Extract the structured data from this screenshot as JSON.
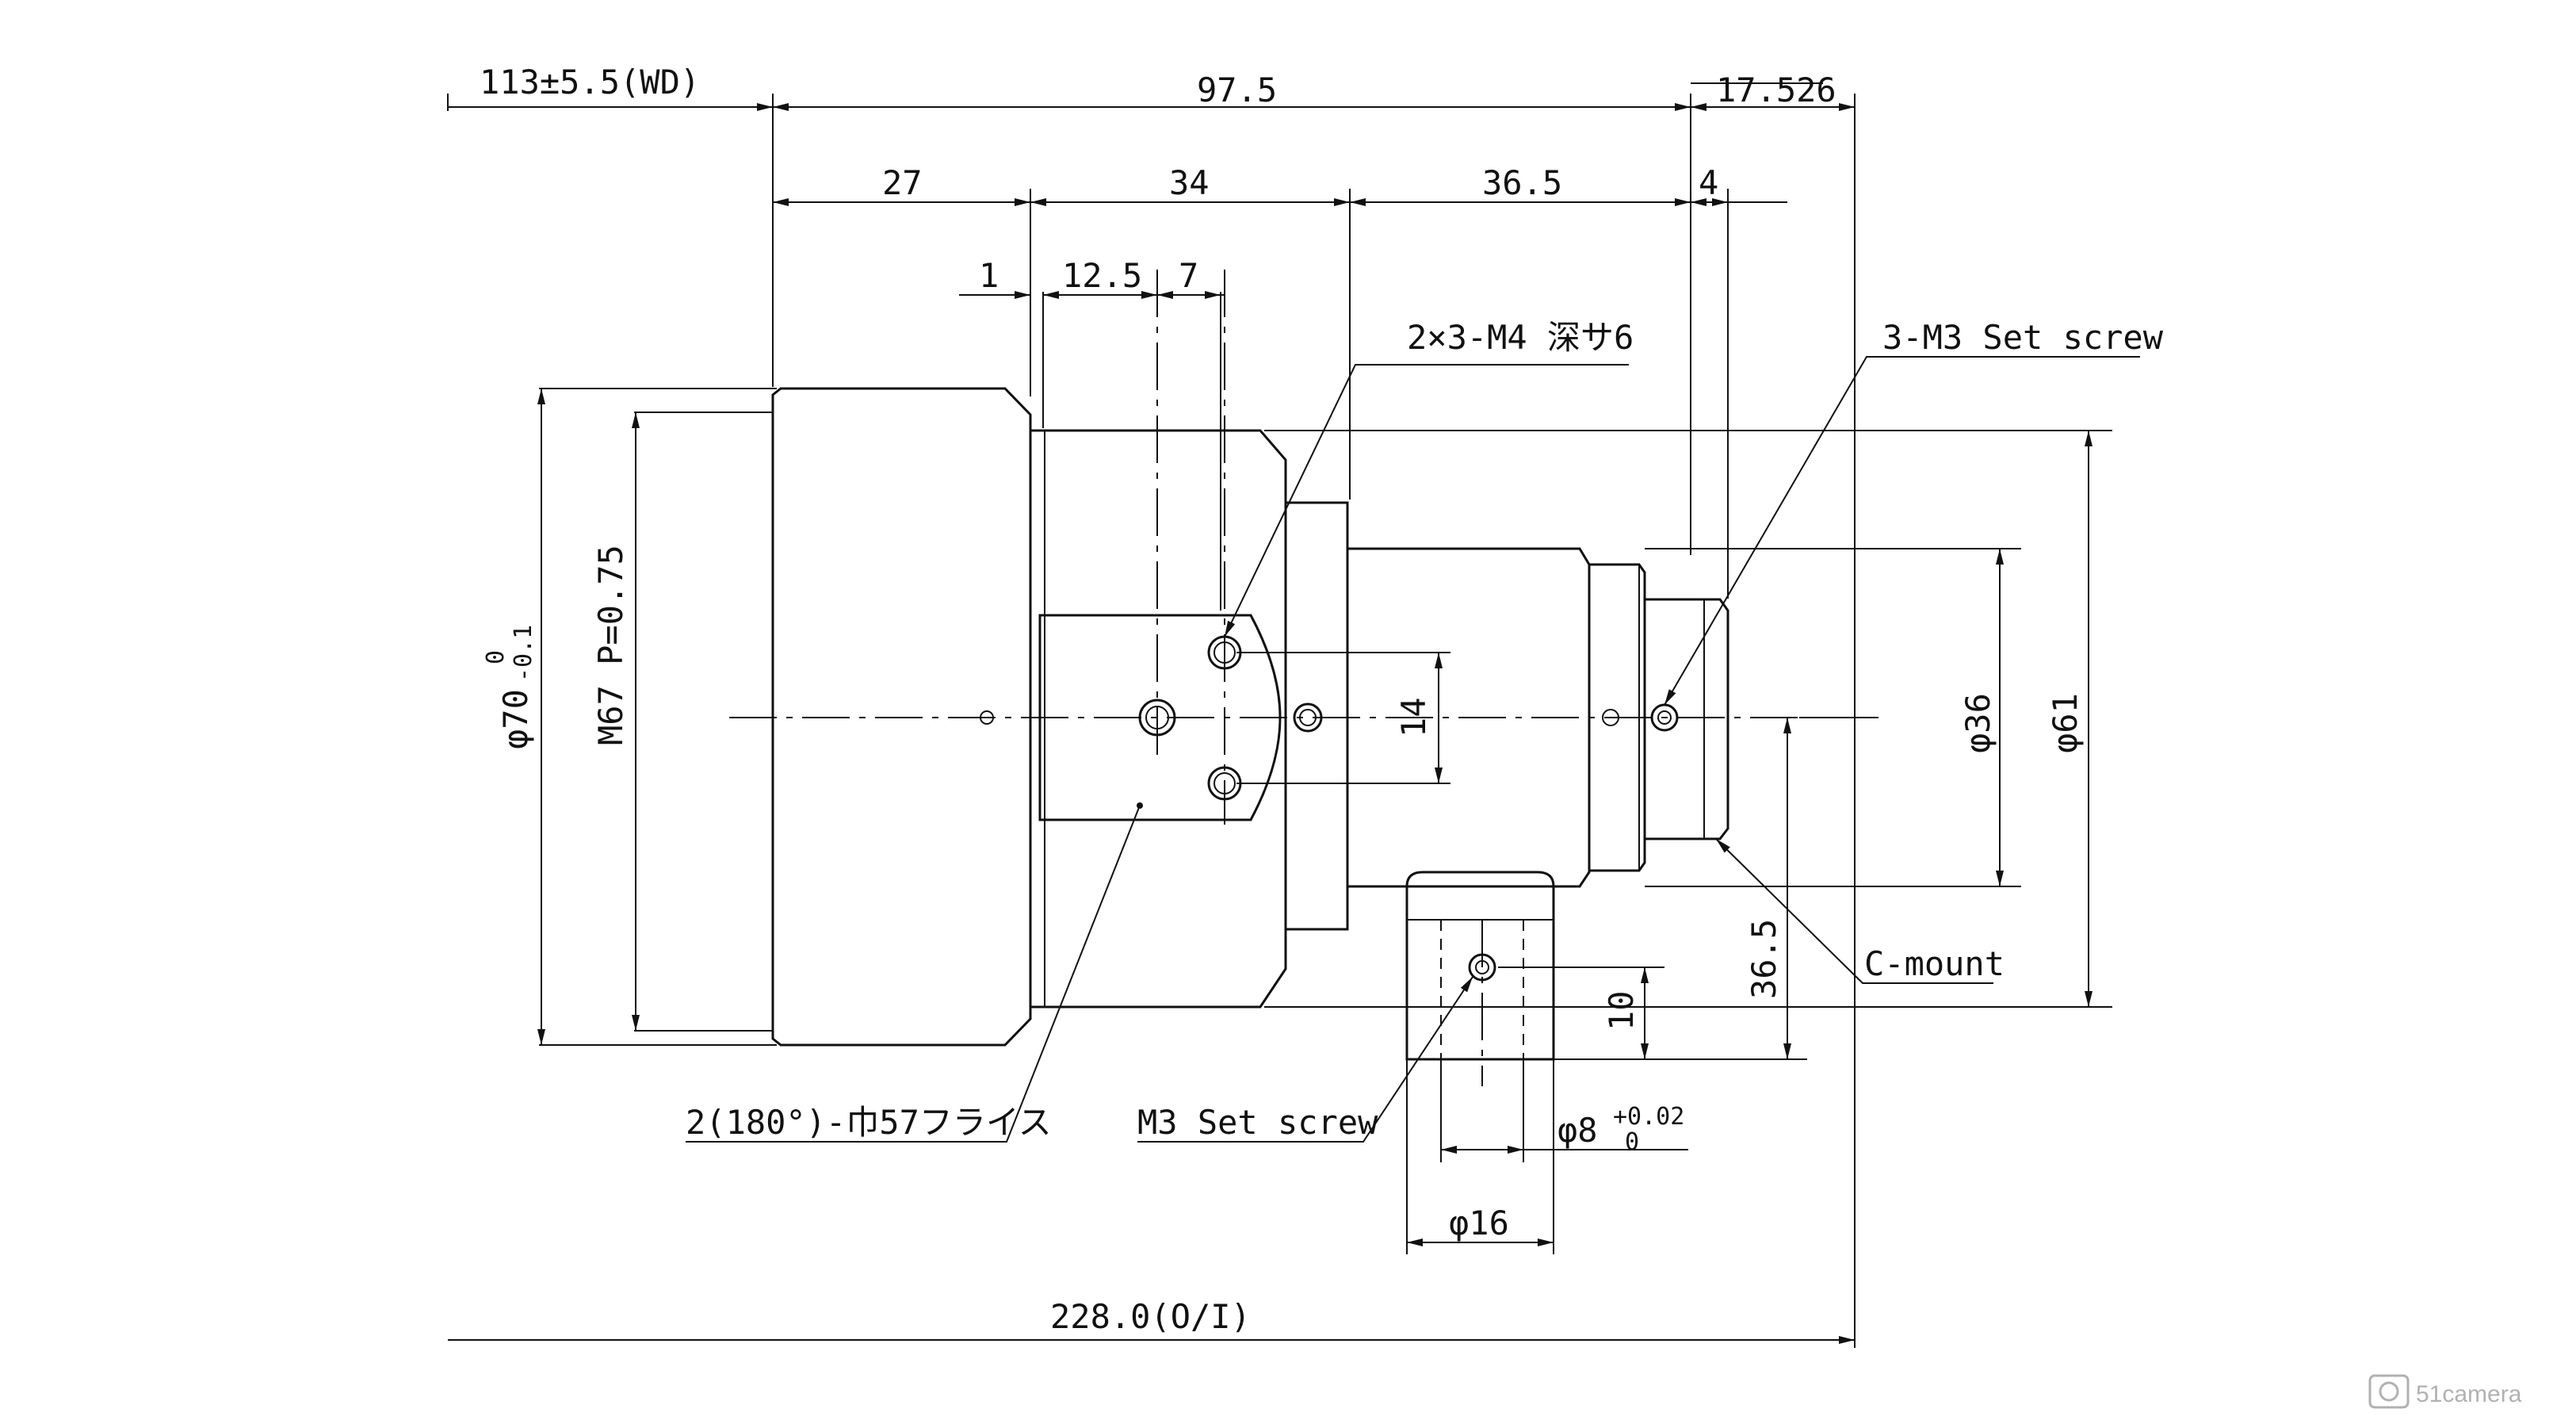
{
  "dimensions": {
    "wd": "113±5.5(WD)",
    "overall_97_5": "97.5",
    "flange_17_526": "17.526",
    "seg_27": "27",
    "seg_34": "34",
    "seg_36_5": "36.5",
    "seg_4": "4",
    "seg_1": "1",
    "seg_12_5": "12.5",
    "seg_7": "7",
    "hole_spacing_14": "14",
    "height_36_5": "36.5",
    "height_10": "10",
    "dia_70": "φ70",
    "dia_70_tol_upper": "0",
    "dia_70_tol_lower": "-0.1",
    "thread_m67": "M67 P=0.75",
    "dia_36": "φ36",
    "dia_61": "φ61",
    "dia_8": "φ8",
    "dia_8_tol_upper": "+0.02",
    "dia_8_tol_lower": "0",
    "dia_16": "φ16",
    "total_oi": "228.0(O/I)"
  },
  "callouts": {
    "m4_holes": "2×3-M4 深サ6",
    "m3_set_screw_top": "3-M3 Set screw",
    "c_mount": "C-mount",
    "flats": "2(180°)-巾57フライス",
    "m3_set_screw_bottom": "M3 Set screw"
  },
  "watermark": {
    "brand": "51camera"
  }
}
